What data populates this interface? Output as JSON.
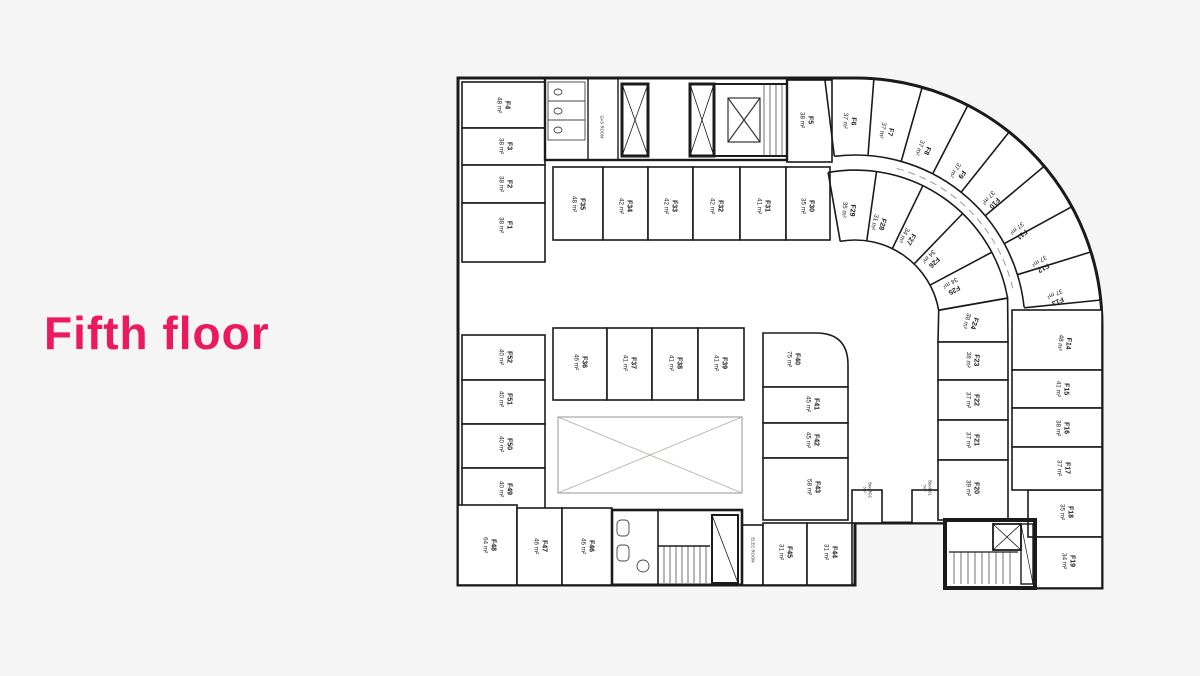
{
  "page": {
    "background": "#f5f5f5"
  },
  "title": {
    "text": "Fifth floor",
    "color": "#EA1A5C"
  },
  "plan": {
    "rooms": [
      {
        "name": "F1",
        "area": "38 m²"
      },
      {
        "name": "F2",
        "area": "38 m²"
      },
      {
        "name": "F3",
        "area": "38 m²"
      },
      {
        "name": "F4",
        "area": "48 m²"
      },
      {
        "name": "F5",
        "area": "38 m²"
      },
      {
        "name": "F6",
        "area": "37 m²"
      },
      {
        "name": "F7",
        "area": "37 m²"
      },
      {
        "name": "F8",
        "area": "37 m²"
      },
      {
        "name": "F9",
        "area": "37 m²"
      },
      {
        "name": "F10",
        "area": "37 m²"
      },
      {
        "name": "F11",
        "area": "37 m²"
      },
      {
        "name": "F12",
        "area": "37 m²"
      },
      {
        "name": "F13",
        "area": "37 m²"
      },
      {
        "name": "F14",
        "area": "48 m²"
      },
      {
        "name": "F15",
        "area": "41 m²"
      },
      {
        "name": "F16",
        "area": "38 m²"
      },
      {
        "name": "F17",
        "area": "37 m²"
      },
      {
        "name": "F18",
        "area": "35 m²"
      },
      {
        "name": "F19",
        "area": "34 m²"
      },
      {
        "name": "F20",
        "area": "39 m²"
      },
      {
        "name": "F21",
        "area": "37 m²"
      },
      {
        "name": "F22",
        "area": "37 m²"
      },
      {
        "name": "F23",
        "area": "38 m²"
      },
      {
        "name": "F24",
        "area": "38 m²"
      },
      {
        "name": "F25",
        "area": "34 m²"
      },
      {
        "name": "F26",
        "area": "34 m²"
      },
      {
        "name": "F27",
        "area": "34 m²"
      },
      {
        "name": "F28",
        "area": "31 m²"
      },
      {
        "name": "F29",
        "area": "35 m²"
      },
      {
        "name": "F30",
        "area": "35 m²"
      },
      {
        "name": "F31",
        "area": "41 m²"
      },
      {
        "name": "F32",
        "area": "42 m²"
      },
      {
        "name": "F33",
        "area": "42 m²"
      },
      {
        "name": "F34",
        "area": "42 m²"
      },
      {
        "name": "F35",
        "area": "48 m²"
      },
      {
        "name": "F36",
        "area": "46 m²"
      },
      {
        "name": "F37",
        "area": "41 m²"
      },
      {
        "name": "F38",
        "area": "41 m²"
      },
      {
        "name": "F39",
        "area": "41 m²"
      },
      {
        "name": "F40",
        "area": "75 m²"
      },
      {
        "name": "F41",
        "area": "45 m²"
      },
      {
        "name": "F42",
        "area": "45 m²"
      },
      {
        "name": "F43",
        "area": "58 m²"
      },
      {
        "name": "F44",
        "area": "31 m²"
      },
      {
        "name": "F45",
        "area": "31 m²"
      },
      {
        "name": "F46",
        "area": "46 m²"
      },
      {
        "name": "F47",
        "area": "46 m²"
      },
      {
        "name": "F48",
        "area": "64 m²"
      },
      {
        "name": "F49",
        "area": "40 m²"
      },
      {
        "name": "F50",
        "area": "40 m²"
      },
      {
        "name": "F51",
        "area": "40 m²"
      },
      {
        "name": "F52",
        "area": "40 m²"
      }
    ],
    "booths": [
      {
        "name": "Booth01",
        "area": "5m²"
      },
      {
        "name": "Booth02",
        "area": "5m²"
      }
    ],
    "utility": {
      "elec_room": "ELEC ROOM",
      "gas_room": "GAS ROOM"
    }
  }
}
